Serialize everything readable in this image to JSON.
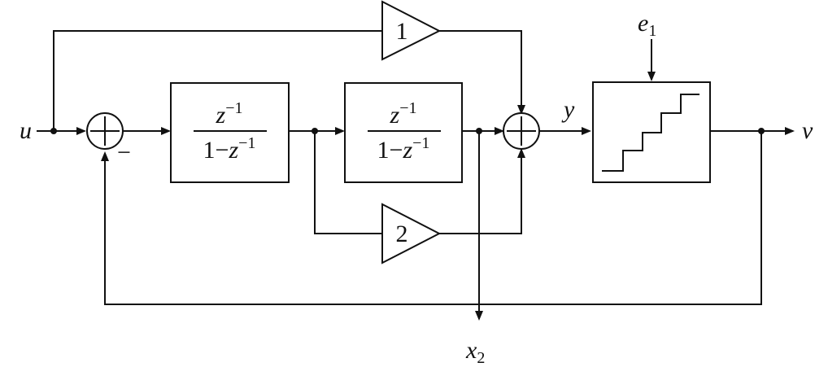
{
  "signals": {
    "input": "u",
    "output": "v",
    "quantizer_input": "y",
    "error": "e",
    "error_sub": "1",
    "state": "x",
    "state_sub": "2"
  },
  "gains": {
    "feedforward_top": "1",
    "feedforward_bottom": "2"
  },
  "integrator_1": {
    "num_base": "z",
    "num_exp": "−1",
    "den_one": "1",
    "den_minus": "−",
    "den_base": "z",
    "den_exp": "−1"
  },
  "integrator_2": {
    "num_base": "z",
    "num_exp": "−1",
    "den_one": "1",
    "den_minus": "−",
    "den_base": "z",
    "den_exp": "−1"
  },
  "summer_1": {
    "minus_sign": "−"
  }
}
